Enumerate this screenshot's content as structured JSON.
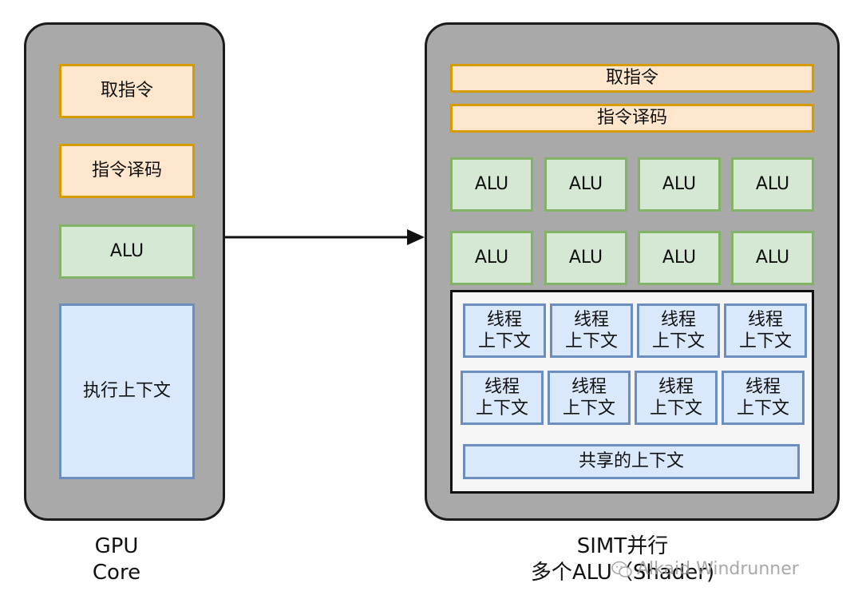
{
  "left_core": {
    "fetch": "取指令",
    "decode": "指令译码",
    "alu": "ALU",
    "context": "执行上下文",
    "caption_line1": "GPU",
    "caption_line2": "Core"
  },
  "right_core": {
    "fetch": "取指令",
    "decode": "指令译码",
    "alus": [
      "ALU",
      "ALU",
      "ALU",
      "ALU",
      "ALU",
      "ALU",
      "ALU",
      "ALU"
    ],
    "threads": [
      {
        "line1": "线程",
        "line2": "上下文"
      },
      {
        "line1": "线程",
        "line2": "上下文"
      },
      {
        "line1": "线程",
        "line2": "上下文"
      },
      {
        "line1": "线程",
        "line2": "上下文"
      },
      {
        "line1": "线程",
        "line2": "上下文"
      },
      {
        "line1": "线程",
        "line2": "上下文"
      },
      {
        "line1": "线程",
        "line2": "上下文"
      },
      {
        "line1": "线程",
        "line2": "上下文"
      }
    ],
    "shared_context": "共享的上下文",
    "caption_line1": "SIMT并行",
    "caption_line2": "多个ALU（Shader)"
  },
  "watermark": "Alkaid Windrunner",
  "colors": {
    "core_fill": "#a9a9a9",
    "orange_fill": "#ffe6cc",
    "orange_border": "#d79b00",
    "green_fill": "#d5e8d4",
    "green_border": "#82b366",
    "blue_fill": "#dae8fc",
    "blue_border": "#6c8ebf"
  }
}
